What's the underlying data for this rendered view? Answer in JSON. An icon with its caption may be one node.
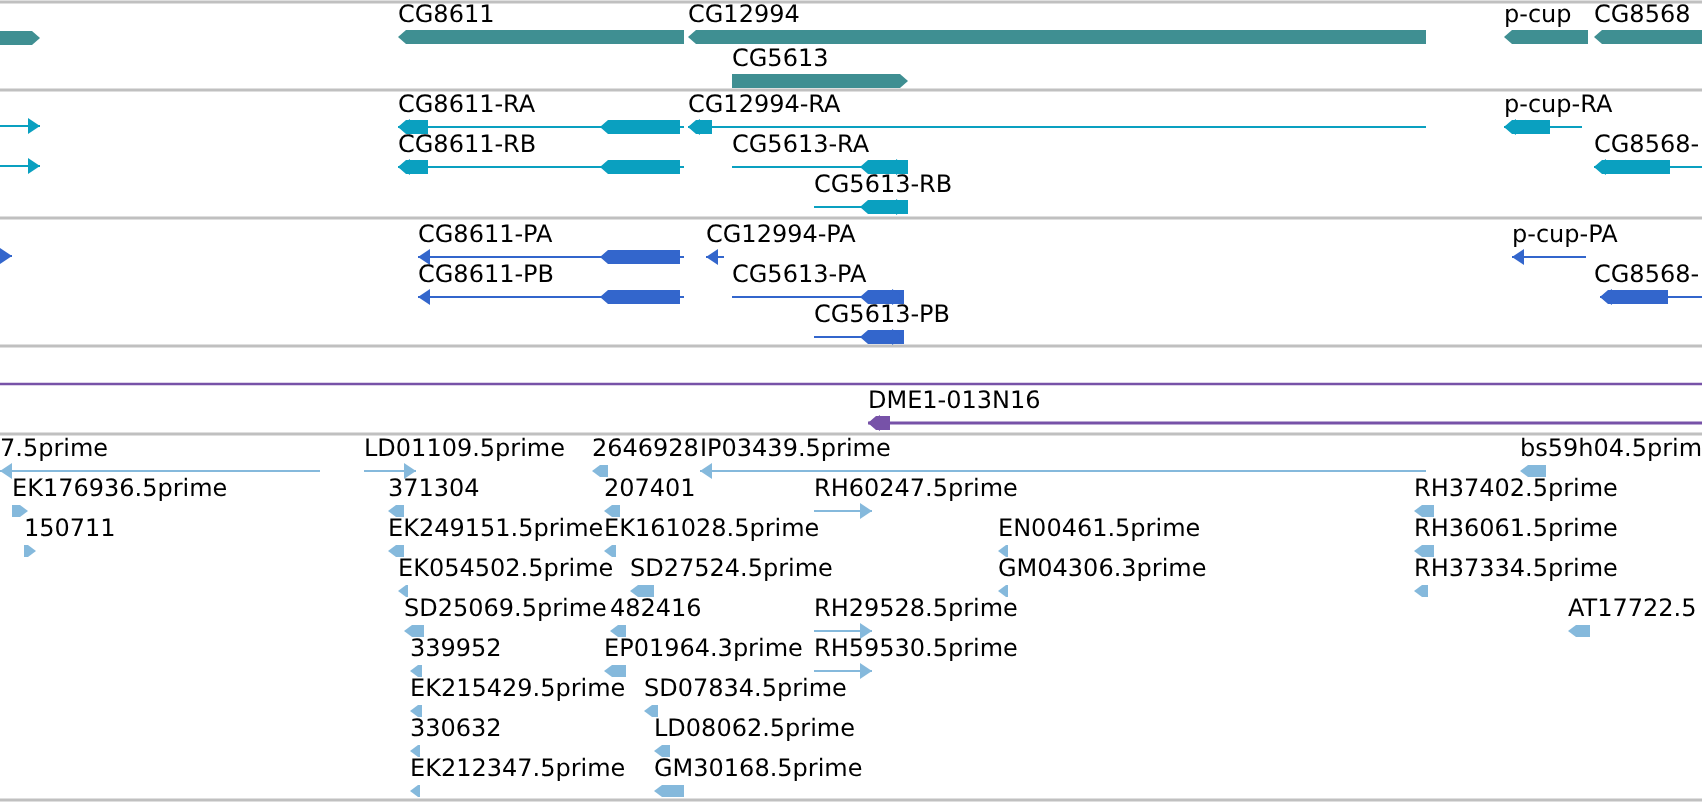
{
  "diagram": {
    "labels": [
      "CG8611",
      "CG12994",
      "p-cup",
      "CG8568",
      "CG5613",
      "CG8611-RA",
      "CG12994-RA",
      "p-cup-RA",
      "CG8611-RB",
      "CG5613-RA",
      "CG8568-",
      "CG5613-RB",
      "CG8611-PA",
      "CG12994-PA",
      "p-cup-PA",
      "CG8611-PB",
      "CG5613-PA",
      "CG8568-",
      "CG5613-PB",
      "DME1-013N16",
      "7.5prime",
      "LD01109.5prime",
      "2646928",
      "IP03439.5prime",
      "bs59h04.5prim",
      "EK176936.5prime",
      "371304",
      "207401",
      "RH60247.5prime",
      "RH37402.5prime",
      "150711",
      "EK249151.5prime",
      "EK161028.5prime",
      "EN00461.5prime",
      "RH36061.5prime",
      "EK054502.5prime",
      "SD27524.5prime",
      "GM04306.3prime",
      "RH37334.5prime",
      "SD25069.5prime",
      "482416",
      "RH29528.5prime",
      "AT17722.5",
      "339952",
      "EP01964.3prime",
      "RH59530.5prime",
      "EK215429.5prime",
      "SD07834.5prime",
      "330632",
      "LD08062.5prime",
      "EK212347.5prime",
      "GM30168.5prime"
    ]
  }
}
